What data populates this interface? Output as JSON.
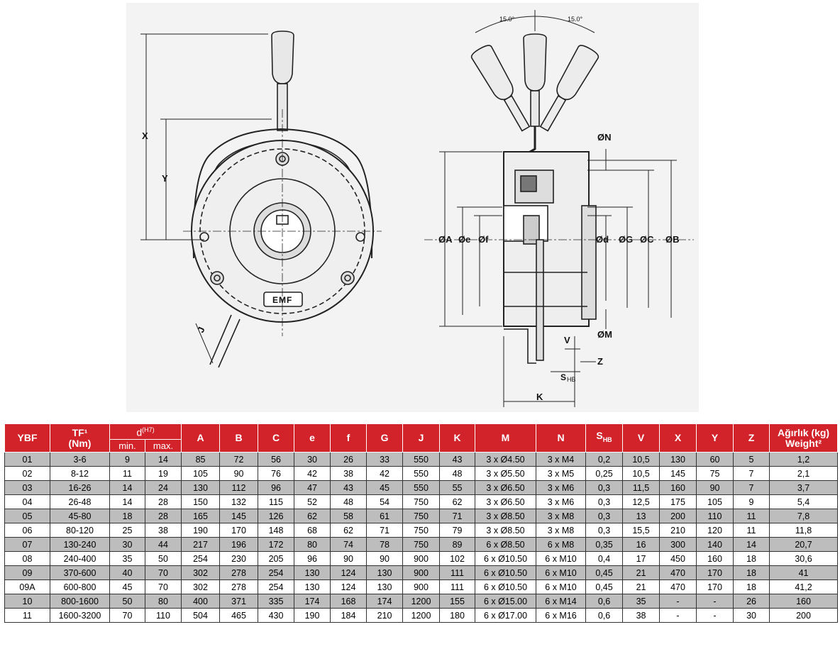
{
  "drawing": {
    "front_labels": {
      "x": "X",
      "y": "Y",
      "j": "J",
      "logo": "EMF"
    },
    "side_labels": {
      "angle_left": "15.0°",
      "angle_right": "15.0°",
      "dia_n": "ØN",
      "dia_a": "ØA",
      "dia_e": "Øe",
      "dia_f": "Øf",
      "dia_d": "Ød",
      "dia_g": "ØG",
      "dia_c": "ØC",
      "dia_b": "ØB",
      "dia_m": "ØM",
      "v": "V",
      "z": "Z",
      "s": "S",
      "s_sub": "HB",
      "k": "K"
    }
  },
  "table": {
    "headers": {
      "ybf": "YBF",
      "tf": "TF¹",
      "tf_unit": "(Nm)",
      "d": "d",
      "d_sup": "(H7)",
      "d_min": "min.",
      "d_max": "max.",
      "a": "A",
      "b": "B",
      "c": "C",
      "e": "e",
      "f": "f",
      "g": "G",
      "j": "J",
      "k": "K",
      "m": "M",
      "n": "N",
      "s": "S",
      "s_sub": "HB",
      "v": "V",
      "x": "X",
      "y": "Y",
      "z": "Z",
      "weight_tr": "Ağırlık (kg)",
      "weight_en": "Weight²"
    },
    "rows": [
      [
        "01",
        "3-6",
        "9",
        "14",
        "85",
        "72",
        "56",
        "30",
        "26",
        "33",
        "550",
        "43",
        "3 x Ø4.50",
        "3 x M4",
        "0,2",
        "10,5",
        "130",
        "60",
        "5",
        "1,2"
      ],
      [
        "02",
        "8-12",
        "11",
        "19",
        "105",
        "90",
        "76",
        "42",
        "38",
        "42",
        "550",
        "48",
        "3 x Ø5.50",
        "3 x M5",
        "0,25",
        "10,5",
        "145",
        "75",
        "7",
        "2,1"
      ],
      [
        "03",
        "16-26",
        "14",
        "24",
        "130",
        "112",
        "96",
        "47",
        "43",
        "45",
        "550",
        "55",
        "3 x Ø6.50",
        "3 x M6",
        "0,3",
        "11,5",
        "160",
        "90",
        "7",
        "3,7"
      ],
      [
        "04",
        "26-48",
        "14",
        "28",
        "150",
        "132",
        "115",
        "52",
        "48",
        "54",
        "750",
        "62",
        "3 x Ø6.50",
        "3 x M6",
        "0,3",
        "12,5",
        "175",
        "105",
        "9",
        "5,4"
      ],
      [
        "05",
        "45-80",
        "18",
        "28",
        "165",
        "145",
        "126",
        "62",
        "58",
        "61",
        "750",
        "71",
        "3 x Ø8.50",
        "3 x M8",
        "0,3",
        "13",
        "200",
        "110",
        "11",
        "7,8"
      ],
      [
        "06",
        "80-120",
        "25",
        "38",
        "190",
        "170",
        "148",
        "68",
        "62",
        "71",
        "750",
        "79",
        "3 x Ø8.50",
        "3 x M8",
        "0,3",
        "15,5",
        "210",
        "120",
        "11",
        "11,8"
      ],
      [
        "07",
        "130-240",
        "30",
        "44",
        "217",
        "196",
        "172",
        "80",
        "74",
        "78",
        "750",
        "89",
        "6 x Ø8.50",
        "6 x M8",
        "0,35",
        "16",
        "300",
        "140",
        "14",
        "20,7"
      ],
      [
        "08",
        "240-400",
        "35",
        "50",
        "254",
        "230",
        "205",
        "96",
        "90",
        "90",
        "900",
        "102",
        "6 x Ø10.50",
        "6 x M10",
        "0,4",
        "17",
        "450",
        "160",
        "18",
        "30,6"
      ],
      [
        "09",
        "370-600",
        "40",
        "70",
        "302",
        "278",
        "254",
        "130",
        "124",
        "130",
        "900",
        "111",
        "6 x Ø10.50",
        "6 x M10",
        "0,45",
        "21",
        "470",
        "170",
        "18",
        "41"
      ],
      [
        "09A",
        "600-800",
        "45",
        "70",
        "302",
        "278",
        "254",
        "130",
        "124",
        "130",
        "900",
        "111",
        "6 x Ø10.50",
        "6 x M10",
        "0,45",
        "21",
        "470",
        "170",
        "18",
        "41,2"
      ],
      [
        "10",
        "800-1600",
        "50",
        "80",
        "400",
        "371",
        "335",
        "174",
        "168",
        "174",
        "1200",
        "155",
        "6 x Ø15.00",
        "6 x M14",
        "0,6",
        "35",
        "-",
        "-",
        "26",
        "160"
      ],
      [
        "11",
        "1600-3200",
        "70",
        "110",
        "504",
        "465",
        "430",
        "190",
        "184",
        "210",
        "1200",
        "180",
        "6 x Ø17.00",
        "6 x M16",
        "0,6",
        "38",
        "-",
        "-",
        "30",
        "200"
      ]
    ]
  }
}
